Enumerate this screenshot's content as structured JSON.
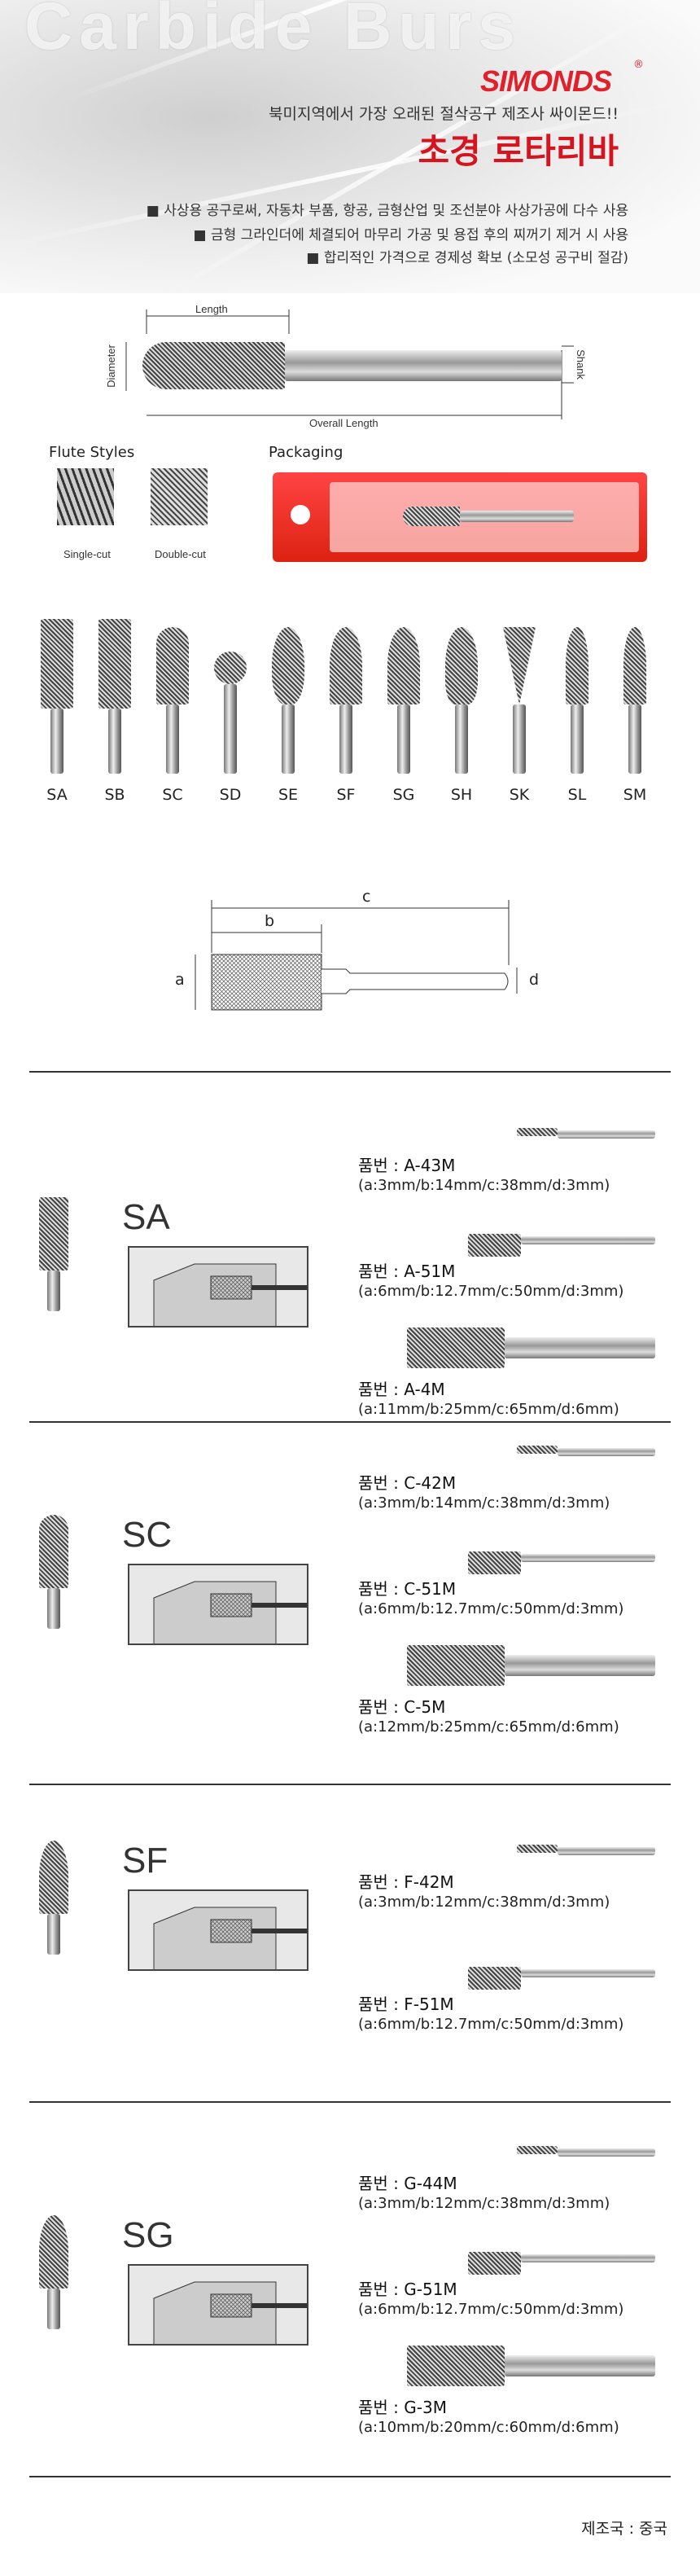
{
  "hero": {
    "watermark": "Carbide Burs",
    "brand": "SIMONDS",
    "registered": "®",
    "subtitle": "북미지역에서 가장 오래된 절삭공구 제조사 싸이몬드!!",
    "title": "초경 로타리바",
    "bullets": [
      "■ 사상용 공구로써, 자동차 부품, 항공, 금형산업 및 조선분야 사상가공에 다수 사용",
      "■ 금형 그라인더에 체결되어 마무리 가공 및 용접 후의 찌꺼기 제거 시 사용",
      "■ 합리적인 가격으로 경제성 확보 (소모성 공구비 절감)"
    ]
  },
  "diagram": {
    "length": "Length",
    "diameter": "Diameter",
    "shank": "Shank",
    "overall": "Overall Length"
  },
  "flute": {
    "title": "Flute Styles",
    "single": "Single-cut",
    "double": "Double-cut"
  },
  "packaging": {
    "title": "Packaging"
  },
  "lineup": [
    "SA",
    "SB",
    "SC",
    "SD",
    "SE",
    "SF",
    "SG",
    "SH",
    "SK",
    "SL",
    "SM"
  ],
  "dims": {
    "a": "a",
    "b": "b",
    "c": "c",
    "d": "d"
  },
  "sections": [
    {
      "code": "SA",
      "items": [
        {
          "pn": "품번 : A-43M",
          "spec": "(a:3mm/b:14mm/c:38mm/d:3mm)"
        },
        {
          "pn": "품번 : A-51M",
          "spec": "(a:6mm/b:12.7mm/c:50mm/d:3mm)"
        },
        {
          "pn": "품번 : A-4M",
          "spec": "(a:11mm/b:25mm/c:65mm/d:6mm)"
        }
      ]
    },
    {
      "code": "SC",
      "items": [
        {
          "pn": "품번 : C-42M",
          "spec": "(a:3mm/b:14mm/c:38mm/d:3mm)"
        },
        {
          "pn": "품번 : C-51M",
          "spec": "(a:6mm/b:12.7mm/c:50mm/d:3mm)"
        },
        {
          "pn": "품번 : C-5M",
          "spec": "(a:12mm/b:25mm/c:65mm/d:6mm)"
        }
      ]
    },
    {
      "code": "SF",
      "items": [
        {
          "pn": "품번 : F-42M",
          "spec": "(a:3mm/b:12mm/c:38mm/d:3mm)"
        },
        {
          "pn": "품번 : F-51M",
          "spec": "(a:6mm/b:12.7mm/c:50mm/d:3mm)"
        }
      ]
    },
    {
      "code": "SG",
      "items": [
        {
          "pn": "품번 : G-44M",
          "spec": "(a:3mm/b:12mm/c:38mm/d:3mm)"
        },
        {
          "pn": "품번 : G-51M",
          "spec": "(a:6mm/b:12.7mm/c:50mm/d:3mm)"
        },
        {
          "pn": "품번 : G-3M",
          "spec": "(a:10mm/b:20mm/c:60mm/d:6mm)"
        }
      ]
    }
  ],
  "footer": {
    "origin": "제조국 : 중국"
  },
  "colors": {
    "brand": "#e0202a",
    "title": "#d5141f"
  }
}
